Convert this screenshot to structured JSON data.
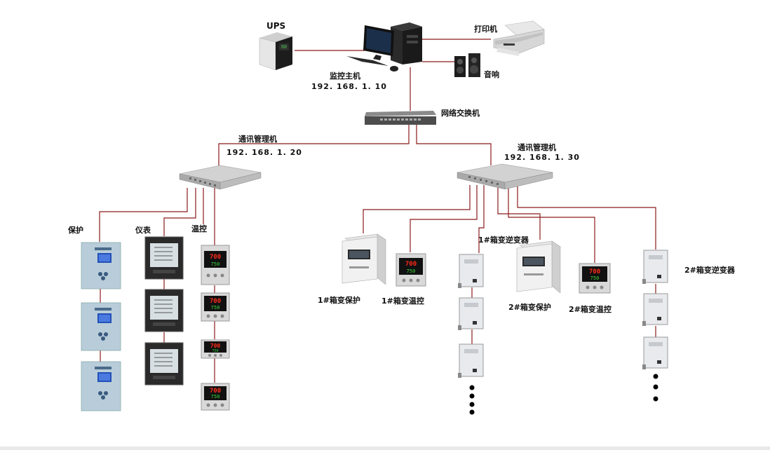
{
  "labels": {
    "ups": "UPS",
    "printer": "打印机",
    "speaker": "音响",
    "host": "监控主机",
    "host_ip": "192. 168. 1. 10",
    "switch": "网络交换机",
    "mgr_left": "通讯管理机",
    "mgr_left_ip": "192. 168. 1. 20",
    "mgr_right": "通讯管理机",
    "mgr_right_ip": "192. 168. 1. 30",
    "protection": "保护",
    "meter": "仪表",
    "temp": "温控",
    "box1_protection": "1#箱变保护",
    "box1_temp": "1#箱变温控",
    "box1_inverter": "1#箱变逆变器",
    "box2_protection": "2#箱变保护",
    "box2_temp": "2#箱变温控",
    "box2_inverter": "2#箱变逆变器"
  },
  "colors": {
    "wire": "#8b1a1a",
    "temp_display": "#ff2a1a",
    "temp_display_green": "#39d63a"
  },
  "devices": {
    "temp_reading": "700",
    "temp_setpoint": "750"
  }
}
